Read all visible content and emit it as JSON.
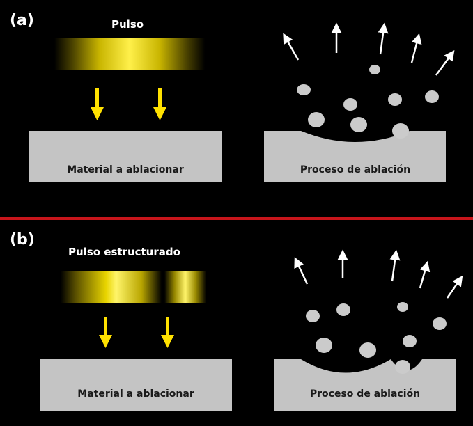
{
  "panels": [
    {
      "id": "a",
      "tag": "(a)",
      "pulse_label": "Pulso",
      "material_label": "Material a ablacionar",
      "process_label": "Proceso de ablación"
    },
    {
      "id": "b",
      "tag": "(b)",
      "pulse_label": "Pulso estructurado",
      "material_label": "Material a ablacionar",
      "process_label": "Proceso de ablación"
    }
  ],
  "colors": {
    "background": "#000000",
    "divider": "#c8151b",
    "pulse_yellow": "#ffe600",
    "arrow_yellow": "#ffe100",
    "material_gray": "#c4c4c4",
    "particle_gray": "#cbcbcb",
    "ejecta_arrow": "#ffffff"
  }
}
